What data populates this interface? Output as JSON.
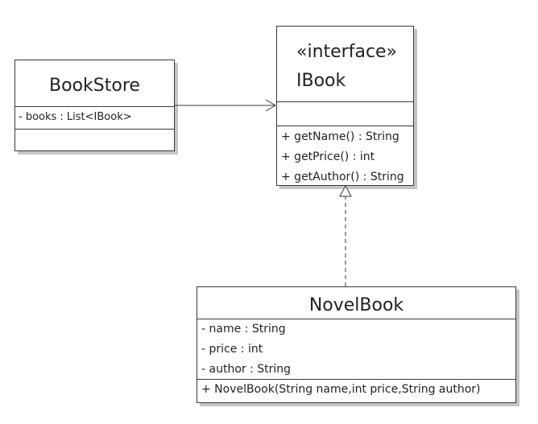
{
  "classes": {
    "bookstore": {
      "name": "BookStore",
      "attributes": [
        "- books : List<IBook>"
      ],
      "operations": []
    },
    "ibook": {
      "stereotype": "«interface»",
      "name": "IBook",
      "attributes": [],
      "operations": [
        "+ getName() : String",
        "+ getPrice() : int",
        "+ getAuthor() : String"
      ]
    },
    "novelbook": {
      "name": "NovelBook",
      "attributes": [
        "- name : String",
        "- price : int",
        "- author : String"
      ],
      "operations": [
        "+ NovelBook(String name,int price,String author)"
      ]
    }
  },
  "relationships": [
    {
      "from": "BookStore",
      "to": "IBook",
      "kind": "association"
    },
    {
      "from": "NovelBook",
      "to": "IBook",
      "kind": "realization"
    }
  ],
  "colors": {
    "line": "#3a3a3a",
    "shadow": "#c4c4c4",
    "background": "#ffffff"
  }
}
